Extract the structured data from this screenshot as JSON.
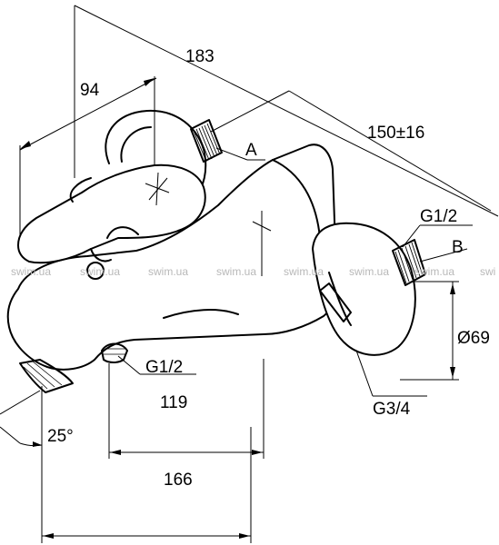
{
  "dimensions": {
    "d183": "183",
    "d94": "94",
    "d150": "150±16",
    "d119": "119",
    "d166": "166",
    "d69": "Ø69",
    "angle": "25°"
  },
  "labels": {
    "a": "A",
    "b": "B",
    "g12_top": "G1/2",
    "g12_bottom": "G1/2",
    "g34": "G3/4"
  },
  "watermark": [
    "swim.ua",
    "swim.ua",
    "swim.ua",
    "swim.ua",
    "swim.ua",
    "swim.ua",
    "swim.ua",
    "swi"
  ]
}
